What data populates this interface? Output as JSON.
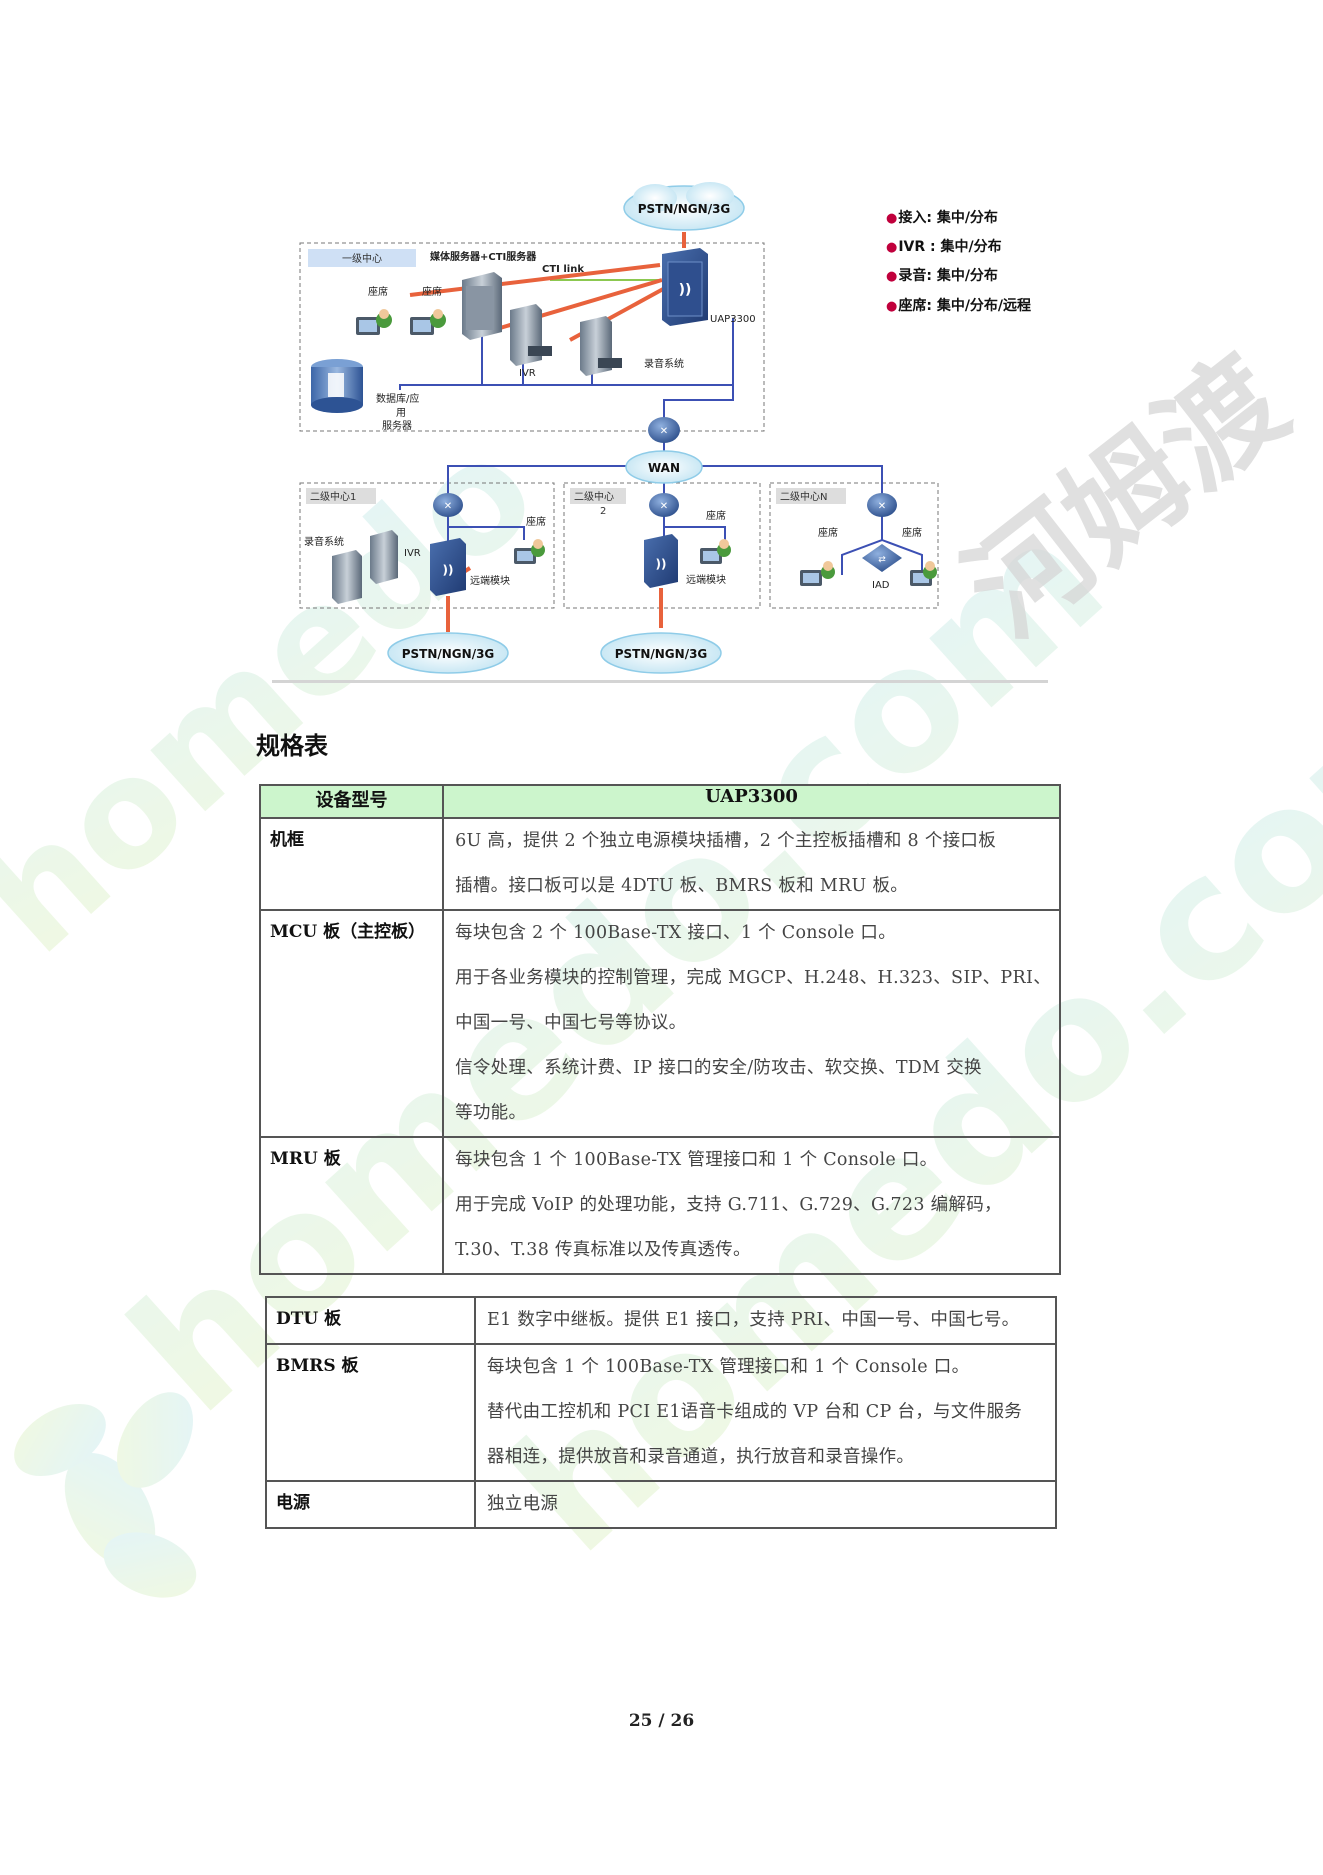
{
  "diagram": {
    "top_cloud": "PSTN/NGN/3G",
    "primary_center": {
      "tag": "一级中心",
      "media_server_label": "媒体服务器+CTI服务器",
      "cti_link_label": "CTI link",
      "seat_label_1": "座席",
      "seat_label_2": "座席",
      "ivr_label": "IVR",
      "recording_label": "录音系统",
      "uap_label": "UAP3300",
      "db_label_1": "数据库/应",
      "db_label_2": "用",
      "db_label_3": "服务器"
    },
    "wan_label": "WAN",
    "secondary_1": {
      "tag": "二级中心1",
      "recording_label": "录音系统",
      "ivr_label": "IVR",
      "seat_label": "座席",
      "remote_label": "远端模块"
    },
    "secondary_2": {
      "tag_1": "二级中心",
      "tag_2": "2",
      "seat_label": "座席",
      "remote_label": "远端模块"
    },
    "secondary_n": {
      "tag": "二级中心N",
      "seat_label_1": "座席",
      "seat_label_2": "座席",
      "iad_label": "IAD"
    },
    "bottom_cloud_1": "PSTN/NGN/3G",
    "bottom_cloud_2": "PSTN/NGN/3G"
  },
  "legend": [
    "接入: 集中/分布",
    "IVR : 集中/分布",
    "录音: 集中/分布",
    "座席: 集中/分布/远程"
  ],
  "section_title": "规格表",
  "table1": {
    "header": [
      "设备型号",
      "UAP3300"
    ],
    "rows": [
      {
        "label": "机框",
        "lines": [
          "6U 高，提供 2 个独立电源模块插槽，2 个主控板插槽和 8 个接口板",
          "插槽。接口板可以是 4DTU 板、BMRS 板和 MRU 板。"
        ]
      },
      {
        "label": "MCU 板（主控板）",
        "lines": [
          "每块包含 2 个 100Base-TX 接口、1 个 Console 口。",
          "用于各业务模块的控制管理，完成 MGCP、H.248、H.323、SIP、PRI、",
          "中国一号、中国七号等协议。",
          "信令处理、系统计费、IP 接口的安全/防攻击、软交换、TDM 交换",
          "等功能。"
        ]
      },
      {
        "label": "MRU 板",
        "lines": [
          "每块包含 1 个 100Base-TX 管理接口和 1 个 Console 口。",
          "用于完成 VoIP 的处理功能，支持 G.711、G.729、G.723 编解码，",
          "T.30、T.38 传真标准以及传真透传。"
        ]
      }
    ]
  },
  "table2": {
    "rows": [
      {
        "label": "DTU 板",
        "lines": [
          "E1 数字中继板。提供 E1 接口，支持 PRI、中国一号、中国七号。"
        ]
      },
      {
        "label": "BMRS 板",
        "lines": [
          "每块包含 1 个 100Base-TX 管理接口和 1 个 Console 口。",
          "替代由工控机和 PCI  E1语音卡组成的 VP 台和 CP 台，与文件服务",
          "器相连，提供放音和录音通道，执行放音和录音操作。"
        ]
      },
      {
        "label": "电源",
        "lines": [
          "独立电源"
        ]
      }
    ]
  },
  "page_number": "25 / 26",
  "colors": {
    "table_header_bg": "#ccf5cc",
    "trunk_line": "#e8623c",
    "network_line": "#3c50b4"
  }
}
